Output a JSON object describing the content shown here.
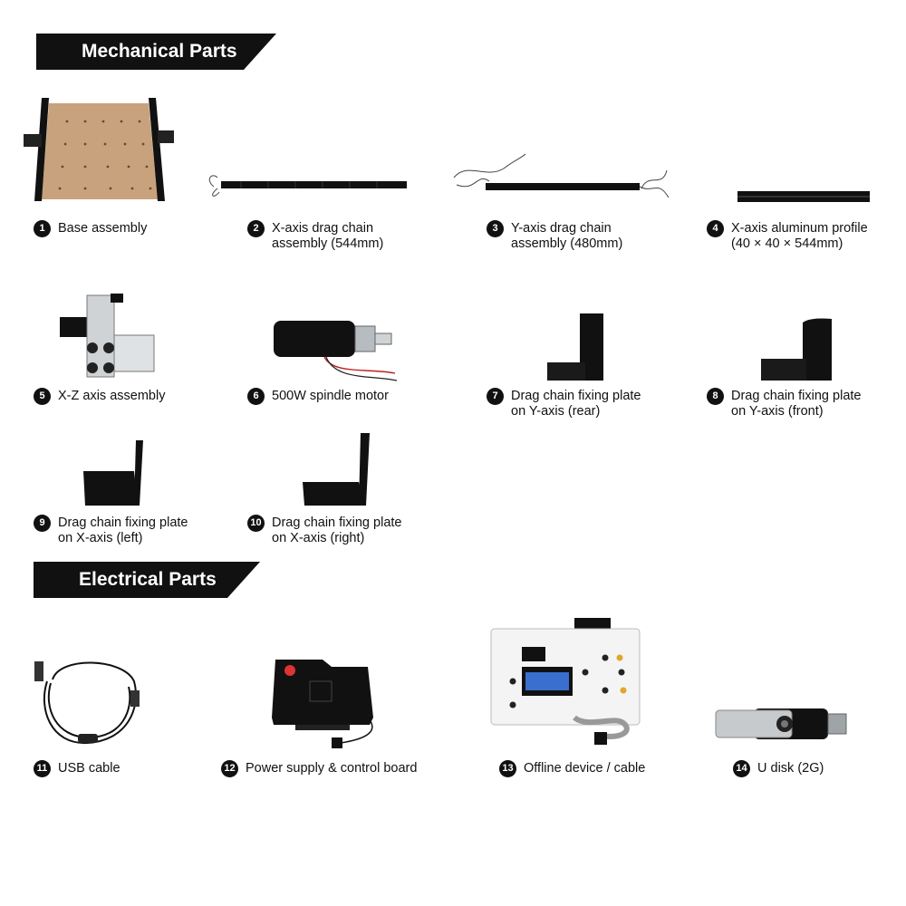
{
  "mechanical": {
    "heading": "Mechanical Parts",
    "items": [
      {
        "num": "1",
        "lines": [
          "Base assembly"
        ],
        "icon": "cnc-base-icon"
      },
      {
        "num": "2",
        "lines": [
          "X-axis drag chain",
          "assembly (544mm)"
        ],
        "icon": "drag-chain-icon"
      },
      {
        "num": "3",
        "lines": [
          "Y-axis drag chain",
          "assembly (480mm)"
        ],
        "icon": "drag-chain-icon"
      },
      {
        "num": "4",
        "lines": [
          "X-axis aluminum profile",
          "(40 × 40 × 544mm)"
        ],
        "icon": "aluminum-profile-icon"
      },
      {
        "num": "5",
        "lines": [
          "X-Z axis assembly"
        ],
        "icon": "xz-axis-icon"
      },
      {
        "num": "6",
        "lines": [
          "500W spindle motor"
        ],
        "icon": "spindle-motor-icon"
      },
      {
        "num": "7",
        "lines": [
          "Drag chain fixing plate",
          "on Y-axis (rear)"
        ],
        "icon": "fixing-plate-icon"
      },
      {
        "num": "8",
        "lines": [
          "Drag chain fixing plate",
          "on Y-axis (front)"
        ],
        "icon": "fixing-plate-icon"
      },
      {
        "num": "9",
        "lines": [
          "Drag chain fixing plate",
          "on X-axis (left)"
        ],
        "icon": "fixing-plate-icon"
      },
      {
        "num": "10",
        "lines": [
          "Drag chain fixing plate",
          "on X-axis (right)"
        ],
        "icon": "fixing-plate-icon"
      }
    ]
  },
  "electrical": {
    "heading": "Electrical Parts",
    "items": [
      {
        "num": "11",
        "lines": [
          "USB cable"
        ],
        "icon": "usb-cable-icon"
      },
      {
        "num": "12",
        "lines": [
          "Power supply & control board"
        ],
        "icon": "control-board-icon"
      },
      {
        "num": "13",
        "lines": [
          "Offline device / cable"
        ],
        "icon": "offline-controller-icon"
      },
      {
        "num": "14",
        "lines": [
          "U disk (2G)"
        ],
        "icon": "usb-drive-icon"
      }
    ]
  }
}
